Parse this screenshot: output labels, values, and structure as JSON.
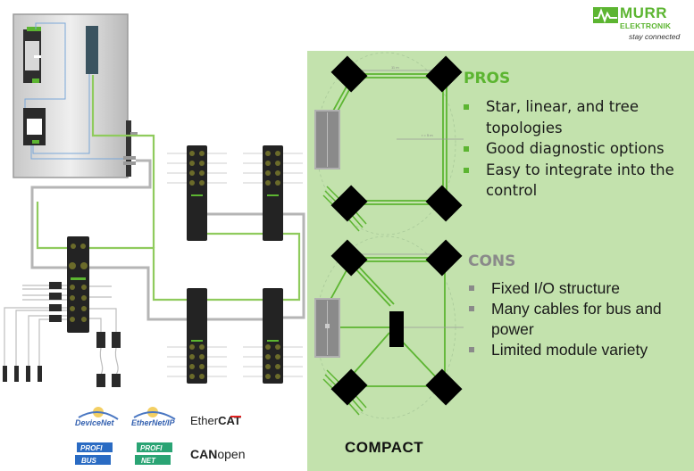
{
  "brand": {
    "name_line1": "MURR",
    "name_line2": "ELEKTRONIK",
    "tagline": "stay connected",
    "color": "#5cb531"
  },
  "pros": {
    "title": "PROS",
    "title_color": "#5cb531",
    "items": [
      "Star, linear, and tree topologies",
      "Good diagnostic options",
      "Easy to integrate into the control"
    ]
  },
  "cons": {
    "title": "CONS",
    "title_color": "#8a8a8a",
    "items": [
      "Fixed I/O structure",
      "Many cables for bus and power",
      "Limited module variety"
    ]
  },
  "topology": {
    "label": "COMPACT",
    "dimension_distance": "11 m",
    "dimension_radius": "r = 5 m",
    "panel_color": "#c3e2ad",
    "cable_color": "#5cb531"
  },
  "protocols": {
    "devicenet": "DeviceNet",
    "ethernetip": "EtherNet/IP",
    "ethercat_a": "Ether",
    "ethercat_b": "CAT",
    "profibus_top": "PROFI",
    "profibus_bottom": "BUS",
    "profinet_top": "PROFI",
    "profinet_bottom": "NET",
    "canopen_a": "CAN",
    "canopen_b": "open"
  }
}
